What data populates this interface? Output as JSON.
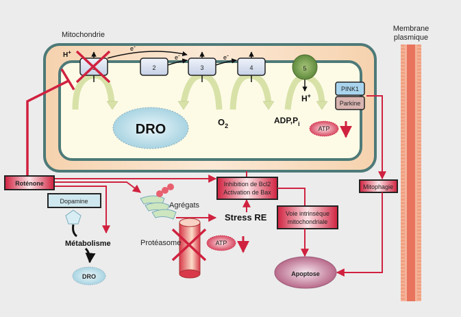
{
  "labels": {
    "mitochondrie": "Mitochondrie",
    "membrane_line1": "Membrane",
    "membrane_line2": "plasmique",
    "h_plus_top": "H",
    "h_plus_sup": "+",
    "e_minus": "e",
    "e_minus_sup": "-",
    "o2": "O",
    "o2_sub": "2",
    "adp": "ADP,P",
    "adp_sub": "i",
    "h_plus_5": "H",
    "dro_main": "DRO",
    "dro_small": "DRO",
    "atp": "ATP",
    "agregats": "Agrégats",
    "proteasome": "Protéasome",
    "stress_re": "Stress RE",
    "metabolisme": "Métabolisme",
    "apoptose": "Apoptose"
  },
  "complexes": [
    "1",
    "2",
    "3",
    "4",
    "5"
  ],
  "boxes": {
    "pink1": "PINK1",
    "parkine": "Parkine",
    "mitophagie": "Mitophagie",
    "rotenone": "Roténone",
    "dopamine": "Dopamine",
    "inhibition_line1": "Inhibition de Bcl2",
    "inhibition_line2": "Activation de Bax",
    "voie_line1": "Voie intrinsèque",
    "voie_line2": "mitochondriale"
  },
  "colors": {
    "accent_red": "#d0213f",
    "membrane_teal": "#4d7a78",
    "mito_outer": "#f6d8b8",
    "mito_inner": "#fdfbe6"
  }
}
